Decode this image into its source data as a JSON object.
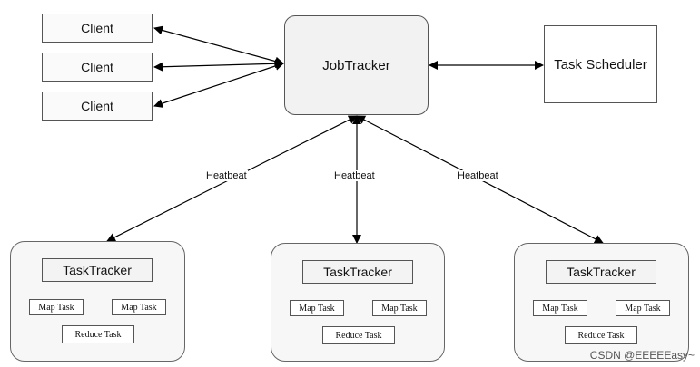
{
  "clients": [
    "Client",
    "Client",
    "Client"
  ],
  "job_tracker": "JobTracker",
  "task_scheduler": "Task Scheduler",
  "heartbeat_labels": [
    "Heatbeat",
    "Heatbeat",
    "Heatbeat"
  ],
  "task_trackers": [
    {
      "title": "TaskTracker",
      "map1": "Map Task",
      "map2": "Map Task",
      "reduce": "Reduce Task"
    },
    {
      "title": "TaskTracker",
      "map1": "Map Task",
      "map2": "Map Task",
      "reduce": "Reduce Task"
    },
    {
      "title": "TaskTracker",
      "map1": "Map Task",
      "map2": "Map Task",
      "reduce": "Reduce Task"
    }
  ],
  "watermark": "CSDN @EEEEEasy~"
}
